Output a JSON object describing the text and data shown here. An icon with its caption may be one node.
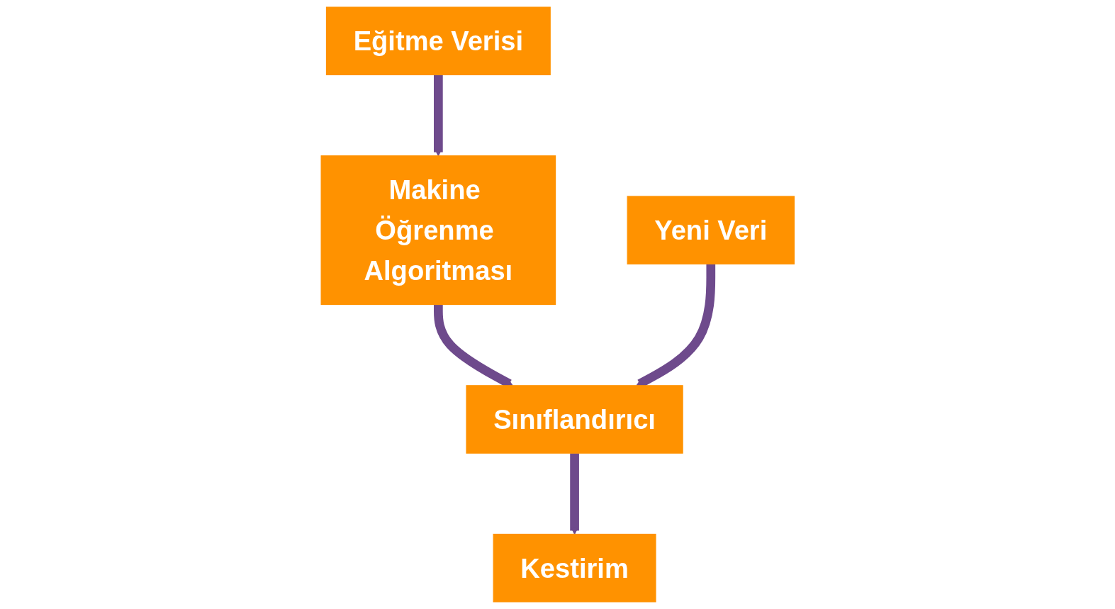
{
  "diagram": {
    "nodes": [
      {
        "text": [
          "Eğitme Verisi"
        ]
      },
      {
        "text": [
          "Makine Öğrenme Algoritması"
        ]
      },
      {
        "text": [
          "Yeni Veri"
        ]
      },
      {
        "text": [
          "Sınıflandırıcı"
        ]
      },
      {
        "text": [
          "Kestirim"
        ]
      }
    ],
    "edges": [
      {
        "from": 0,
        "to": 1,
        "arrow": "to"
      },
      {
        "from": 1,
        "to": 3,
        "arrow": "to"
      },
      {
        "from": 2,
        "to": 3,
        "arrow": "to"
      },
      {
        "from": 3,
        "to": 4,
        "arrow": "to"
      }
    ]
  }
}
